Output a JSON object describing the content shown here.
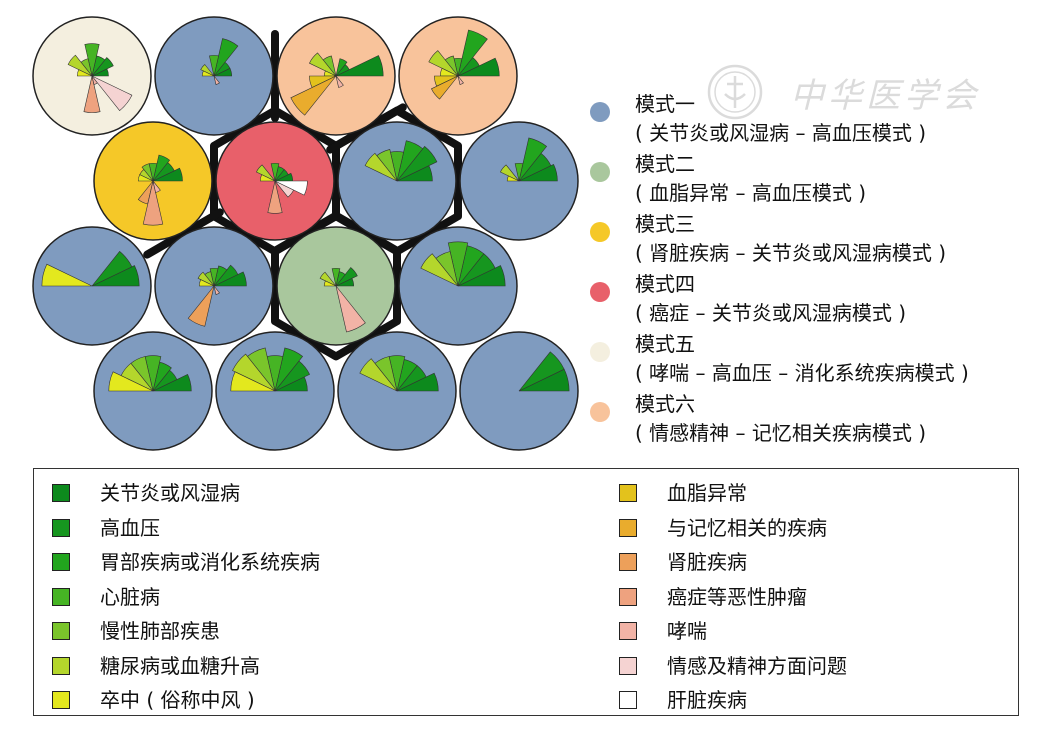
{
  "patterns": [
    {
      "name": "模式一",
      "desc": "( 关节炎或风湿病 – 高血压模式 )",
      "color": "#7f9bbf"
    },
    {
      "name": "模式二",
      "desc": "( 血脂异常 – 高血压模式 )",
      "color": "#a9c79d"
    },
    {
      "name": "模式三",
      "desc": "( 肾脏疾病 – 关节炎或风湿病模式 )",
      "color": "#f5c828"
    },
    {
      "name": "模式四",
      "desc": "( 癌症 – 关节炎或风湿病模式 )",
      "color": "#e8606a"
    },
    {
      "name": "模式五",
      "desc": "( 哮喘 – 高血压 – 消化系统疾病模式 )",
      "color": "#f4efdf"
    },
    {
      "name": "模式六",
      "desc": "( 情感精神 – 记忆相关疾病模式 )",
      "color": "#f8c39b"
    }
  ],
  "diseases_left": [
    {
      "label": "关节炎或风湿病",
      "color": "#0d8a1d"
    },
    {
      "label": "高血压",
      "color": "#16961f"
    },
    {
      "label": "胃部疾病或消化系统疾病",
      "color": "#22a51e"
    },
    {
      "label": "心脏病",
      "color": "#46b424"
    },
    {
      "label": "慢性肺部疾患",
      "color": "#7ac52b"
    },
    {
      "label": "糖尿病或血糖升高",
      "color": "#b4d62c"
    },
    {
      "label": "卒中 ( 俗称中风 )",
      "color": "#e3e81e"
    }
  ],
  "diseases_right": [
    {
      "label": "血脂异常",
      "color": "#e3c21c"
    },
    {
      "label": "与记忆相关的疾病",
      "color": "#e9ac2d"
    },
    {
      "label": "肾脏疾病",
      "color": "#eda05a"
    },
    {
      "label": "癌症等恶性肿瘤",
      "color": "#eea27f"
    },
    {
      "label": "哮喘",
      "color": "#f2b3a6"
    },
    {
      "label": "情感及精神方面问题",
      "color": "#f5d3d2"
    },
    {
      "label": "肝脏疾病",
      "color": "#ffffff"
    }
  ],
  "watermark_text": "中华医学会",
  "nodes": [
    {
      "pattern": 5,
      "wedges": [
        [
          0,
          0.28
        ],
        [
          1,
          0.4
        ],
        [
          2,
          0.35
        ],
        [
          3,
          0.55
        ],
        [
          4,
          0.3
        ],
        [
          5,
          0.45
        ],
        [
          6,
          0.25
        ],
        [
          10,
          0.62
        ],
        [
          11,
          0.15
        ],
        [
          12,
          0.75
        ]
      ]
    },
    {
      "pattern": 1,
      "wedges": [
        [
          0,
          0.3
        ],
        [
          1,
          0.3
        ],
        [
          2,
          0.65
        ],
        [
          3,
          0.35
        ],
        [
          5,
          0.25
        ],
        [
          6,
          0.2
        ],
        [
          11,
          0.15
        ]
      ]
    },
    {
      "pattern": 6,
      "wedges": [
        [
          0,
          0.8
        ],
        [
          1,
          0.25
        ],
        [
          2,
          0.3
        ],
        [
          4,
          0.35
        ],
        [
          5,
          0.5
        ],
        [
          6,
          0.2
        ],
        [
          7,
          0.45
        ],
        [
          8,
          0.85
        ],
        [
          11,
          0.2
        ]
      ]
    },
    {
      "pattern": 6,
      "wedges": [
        [
          0,
          0.7
        ],
        [
          1,
          0.4
        ],
        [
          2,
          0.8
        ],
        [
          3,
          0.3
        ],
        [
          4,
          0.35
        ],
        [
          5,
          0.55
        ],
        [
          6,
          0.3
        ],
        [
          7,
          0.4
        ],
        [
          8,
          0.5
        ],
        [
          11,
          0.15
        ]
      ]
    },
    {
      "pattern": 3,
      "wedges": [
        [
          0,
          0.5
        ],
        [
          1,
          0.4
        ],
        [
          2,
          0.45
        ],
        [
          3,
          0.3
        ],
        [
          4,
          0.3
        ],
        [
          5,
          0.25
        ],
        [
          6,
          0.25
        ],
        [
          9,
          0.4
        ],
        [
          10,
          0.75
        ],
        [
          11,
          0.2
        ]
      ]
    },
    {
      "pattern": 4,
      "wedges": [
        [
          0,
          0.3
        ],
        [
          1,
          0.25
        ],
        [
          2,
          0.25
        ],
        [
          3,
          0.3
        ],
        [
          5,
          0.35
        ],
        [
          6,
          0.25
        ],
        [
          10,
          0.55
        ],
        [
          12,
          0.35
        ],
        [
          13,
          0.55
        ]
      ]
    },
    {
      "pattern": 1,
      "wedges": [
        [
          0,
          0.6
        ],
        [
          1,
          0.75
        ],
        [
          2,
          0.7
        ],
        [
          3,
          0.5
        ],
        [
          4,
          0.55
        ],
        [
          5,
          0.6
        ]
      ]
    },
    {
      "pattern": 1,
      "wedges": [
        [
          0,
          0.65
        ],
        [
          1,
          0.6
        ],
        [
          2,
          0.75
        ],
        [
          3,
          0.3
        ],
        [
          5,
          0.35
        ],
        [
          6,
          0.2
        ]
      ]
    },
    {
      "pattern": 1,
      "wedges": [
        [
          0,
          0.8
        ],
        [
          1,
          0.75
        ],
        [
          6,
          0.85
        ]
      ]
    },
    {
      "pattern": 1,
      "wedges": [
        [
          0,
          0.55
        ],
        [
          1,
          0.45
        ],
        [
          2,
          0.35
        ],
        [
          3,
          0.3
        ],
        [
          4,
          0.25
        ],
        [
          5,
          0.3
        ],
        [
          6,
          0.25
        ],
        [
          9,
          0.7
        ],
        [
          11,
          0.15
        ]
      ]
    },
    {
      "pattern": 2,
      "wedges": [
        [
          0,
          0.3
        ],
        [
          1,
          0.4
        ],
        [
          2,
          0.25
        ],
        [
          3,
          0.3
        ],
        [
          5,
          0.3
        ],
        [
          6,
          0.2
        ],
        [
          11,
          0.8
        ]
      ]
    },
    {
      "pattern": 1,
      "wedges": [
        [
          0,
          0.8
        ],
        [
          1,
          0.7
        ],
        [
          2,
          0.7
        ],
        [
          3,
          0.75
        ],
        [
          4,
          0.6
        ],
        [
          5,
          0.7
        ]
      ]
    },
    {
      "pattern": 1,
      "wedges": [
        [
          0,
          0.65
        ],
        [
          1,
          0.45
        ],
        [
          2,
          0.5
        ],
        [
          3,
          0.6
        ],
        [
          4,
          0.6
        ],
        [
          5,
          0.6
        ],
        [
          6,
          0.75
        ]
      ]
    },
    {
      "pattern": 1,
      "wedges": [
        [
          0,
          0.55
        ],
        [
          1,
          0.65
        ],
        [
          2,
          0.75
        ],
        [
          3,
          0.6
        ],
        [
          4,
          0.75
        ],
        [
          5,
          0.8
        ],
        [
          6,
          0.75
        ]
      ]
    },
    {
      "pattern": 1,
      "wedges": [
        [
          0,
          0.7
        ],
        [
          1,
          0.55
        ],
        [
          2,
          0.55
        ],
        [
          3,
          0.6
        ],
        [
          4,
          0.6
        ],
        [
          5,
          0.7
        ]
      ]
    },
    {
      "pattern": 1,
      "wedges": [
        [
          0,
          0.85
        ],
        [
          1,
          0.85
        ]
      ]
    }
  ]
}
